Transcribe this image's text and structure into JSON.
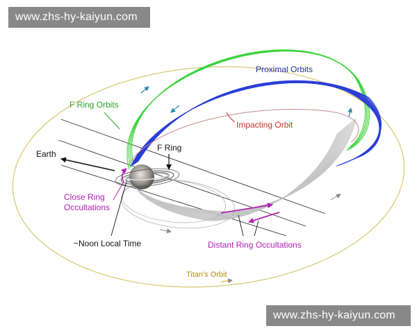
{
  "watermark": {
    "top": "www.zhs-hy-kaiyun.com",
    "bottom": "www.zhs-hy-kaiyun.com"
  },
  "labels": {
    "proximal_orbits": "Proximal Orbits",
    "f_ring_orbits": "F Ring Orbits",
    "impacting_orbit": "Impacting Orbit",
    "f_ring": "F Ring",
    "earth": "Earth",
    "close_ring_occultations": [
      "Close Ring",
      "Occultations"
    ],
    "noon_local_time": "~Noon Local Time",
    "distant_ring_occultations": "Distant Ring Occultations",
    "titans_orbit": "Titan's Orbit"
  },
  "colors": {
    "f_ring_orbits": "#3ad33a",
    "proximal_orbits": "#2b3fd6",
    "impacting_orbit": "#c2352b",
    "occultations": "#b020b4",
    "titan_orbit": "#d9c56a",
    "grey_orbits": "#bdbdbd",
    "text": "#111111"
  }
}
